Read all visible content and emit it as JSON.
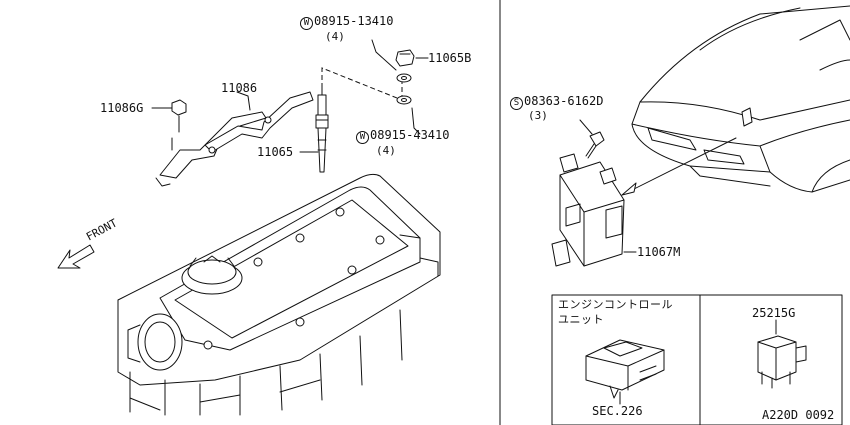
{
  "labels": {
    "bolt_w1_part": "08915-13410",
    "bolt_w1_qty": "(4)",
    "bolt_w1_symbol": "W",
    "nut_part": "11065B",
    "bracket_part": "11086",
    "bracket_nut_part": "11086G",
    "washer_w2_part": "08915-43410",
    "washer_w2_qty": "(4)",
    "washer_w2_symbol": "W",
    "glow_plug_part": "11065",
    "front_label": "FRONT",
    "screw_part": "08363-6162D",
    "screw_qty": "(3)",
    "screw_symbol": "S",
    "ecu_part": "11067M",
    "ecu_caption_line1": "エンジンコントロール",
    "ecu_caption_line2": "ユニット",
    "section_ref": "SEC.226",
    "relay_part": "25215G",
    "diagram_code": "A220D 0092"
  }
}
